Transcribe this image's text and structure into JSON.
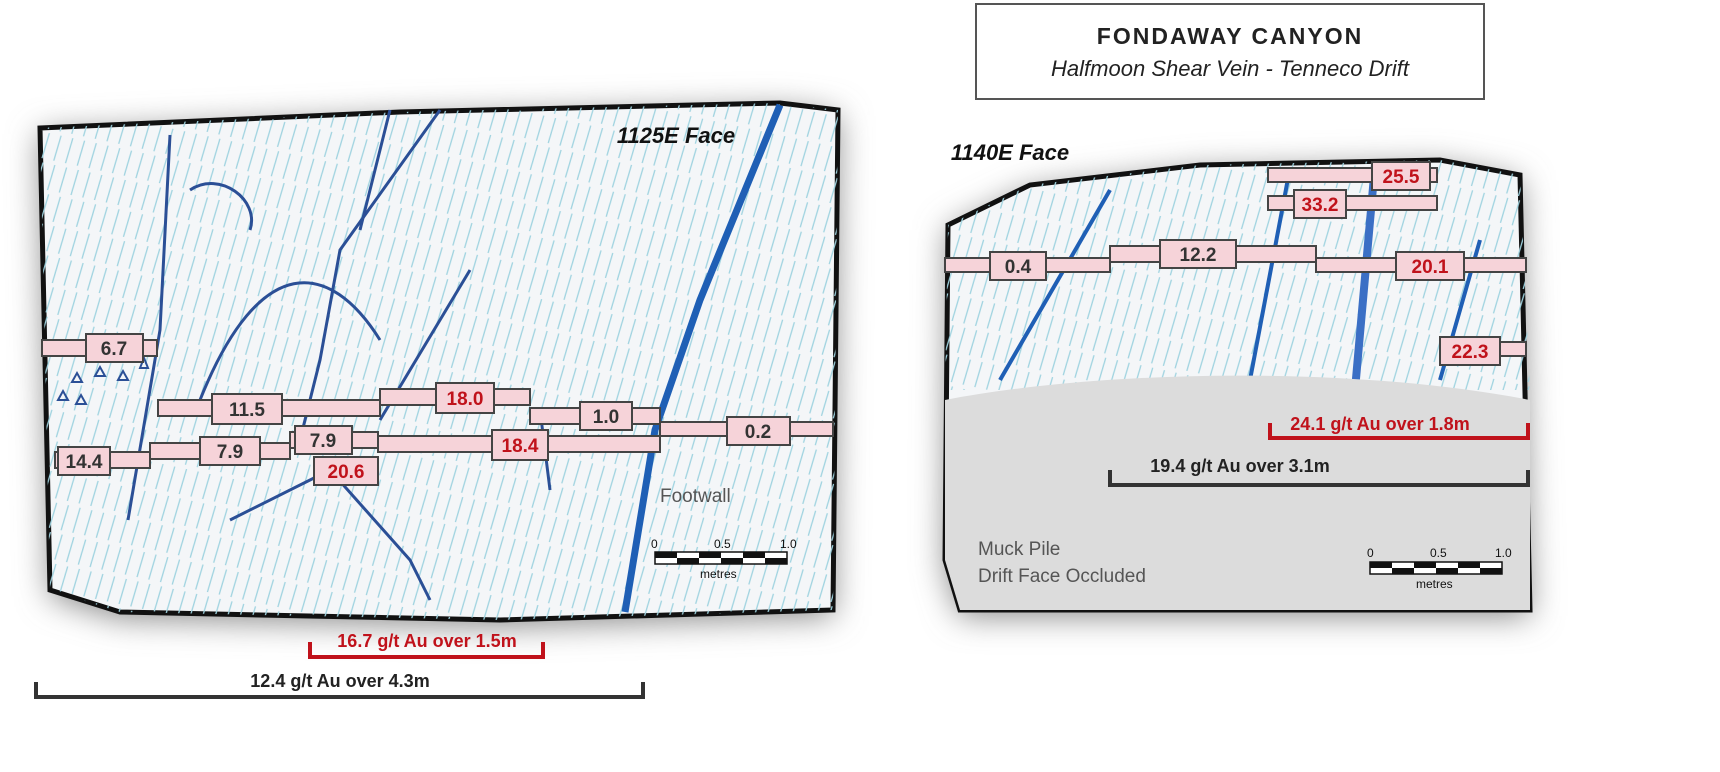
{
  "title": {
    "main": "FONDAWAY CANYON",
    "subtitle": "Halfmoon Shear Vein - Tenneco Drift"
  },
  "face_1125": {
    "label": "1125E Face",
    "footwall_label": "Footwall",
    "samples": [
      "6.7",
      "11.5",
      "18.0",
      "1.0",
      "0.2",
      "14.4",
      "7.9",
      "7.9",
      "18.4",
      "20.6"
    ],
    "intercepts": {
      "high_grade": "16.7 g/t Au over 1.5m",
      "overall": "12.4 g/t Au  over  4.3m"
    },
    "scale": {
      "ticks": [
        "0",
        "0.5",
        "1.0"
      ],
      "unit": "metres"
    }
  },
  "face_1140": {
    "label": "1140E Face",
    "samples": [
      "25.5",
      "33.2",
      "0.4",
      "12.2",
      "20.1",
      "22.3"
    ],
    "muck_pile": [
      "Muck Pile",
      "Drift Face Occluded"
    ],
    "intercepts": {
      "high_grade": "24.1 g/t Au over 1.8m",
      "overall": "19.4 g/t Au  over  3.1m"
    },
    "scale": {
      "ticks": [
        "0",
        "0.5",
        "1.0"
      ],
      "unit": "metres"
    }
  },
  "colors": {
    "high_grade": "#c0121b",
    "normal": "#333333",
    "vein": "#1f5fb5",
    "sample_fill": "#f6d3d9"
  }
}
